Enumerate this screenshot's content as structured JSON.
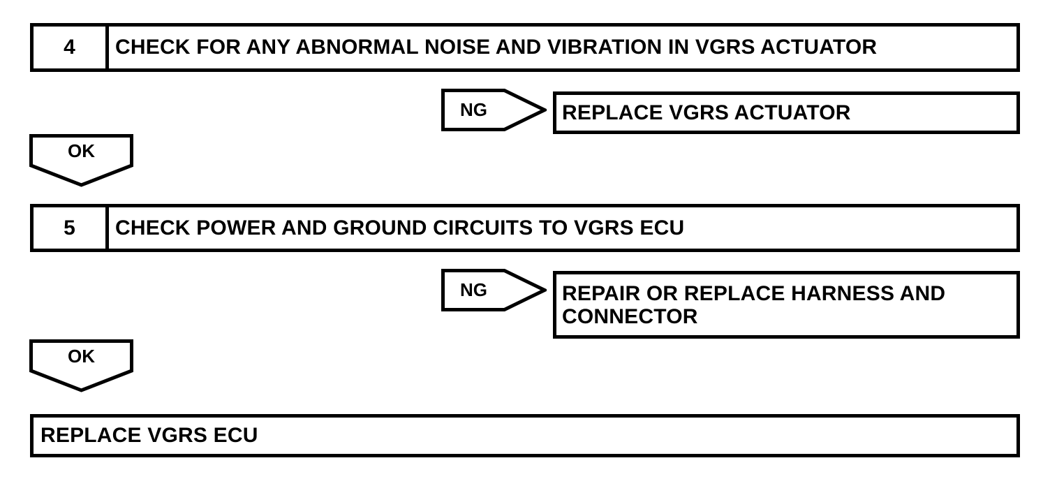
{
  "colors": {
    "ink": "#000000",
    "paper": "#ffffff"
  },
  "flowchart": {
    "steps": [
      {
        "number": "4",
        "title": "CHECK FOR ANY ABNORMAL NOISE AND VIBRATION IN VGRS ACTUATOR",
        "ng": {
          "label": "NG",
          "result": "REPLACE VGRS ACTUATOR"
        },
        "ok": {
          "label": "OK"
        }
      },
      {
        "number": "5",
        "title": "CHECK POWER AND GROUND CIRCUITS TO VGRS ECU",
        "ng": {
          "label": "NG",
          "result": "REPAIR OR REPLACE HARNESS AND CONNECTOR"
        },
        "ok": {
          "label": "OK"
        }
      }
    ],
    "final_action": "REPLACE VGRS ECU"
  }
}
